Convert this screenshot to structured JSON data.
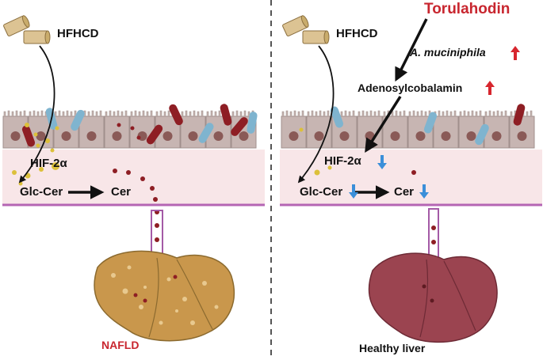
{
  "panels": {
    "left": {
      "diet_label": "HFHCD",
      "hif_label": "HIF-2α",
      "glccer_label": "Glc-Cer",
      "cer_label": "Cer",
      "outcome_label": "NAFLD"
    },
    "right": {
      "title": "Torulahodin",
      "diet_label": "HFHCD",
      "microbe_label": "A. muciniphila",
      "metabolite_label": "Adenosylcobalamin",
      "hif_label": "HIF-2α",
      "glccer_label": "Glc-Cer",
      "cer_label": "Cer",
      "outcome_label": "Healthy liver"
    }
  },
  "colors": {
    "up_arrow": "#d7262e",
    "down_arrow": "#3b8fd9",
    "title_red": "#c8262f",
    "tissue_pink": "#f8e6e8",
    "membrane_purple": "#b565b3",
    "fatty_liver": "#c9974c",
    "healthy_liver": "#9b4450"
  }
}
